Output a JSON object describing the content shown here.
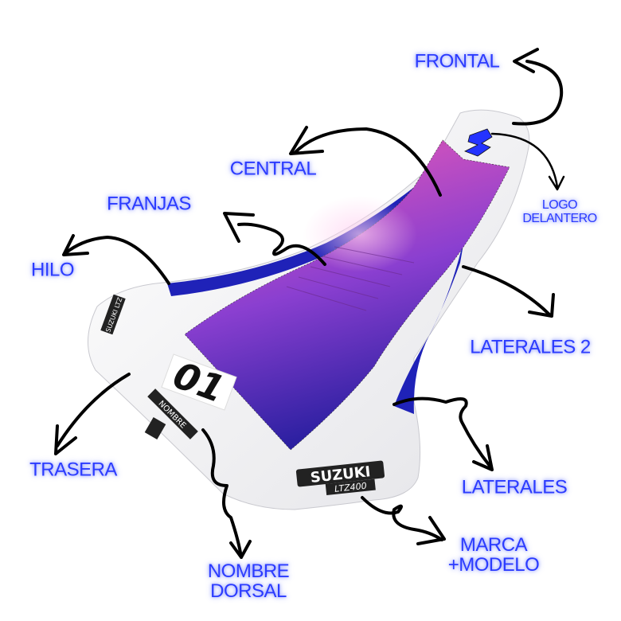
{
  "labels": {
    "frontal": "FRONTAL",
    "central": "CENTRAL",
    "franjas": "FRANJAS",
    "hilo": "HILO",
    "logo_delantero": [
      "LOGO",
      "DELANTERO"
    ],
    "laterales_2": "LATERALES 2",
    "trasera": "TRASERA",
    "laterales": "LATERALES",
    "nombre_dorsal": [
      "NOMBRE",
      "DORSAL"
    ],
    "marca_modelo": [
      "MARCA",
      "+MODELO"
    ]
  },
  "decals": {
    "number": "01",
    "name": "NOMBRE",
    "brand": "SUZUKI",
    "model": "LTZ400",
    "rear_brand": "SUZUKI LTZ"
  },
  "colors": {
    "label": "#2b3bff",
    "seat_blue": "#1f22b8",
    "logo_blue": "#2433ff"
  }
}
